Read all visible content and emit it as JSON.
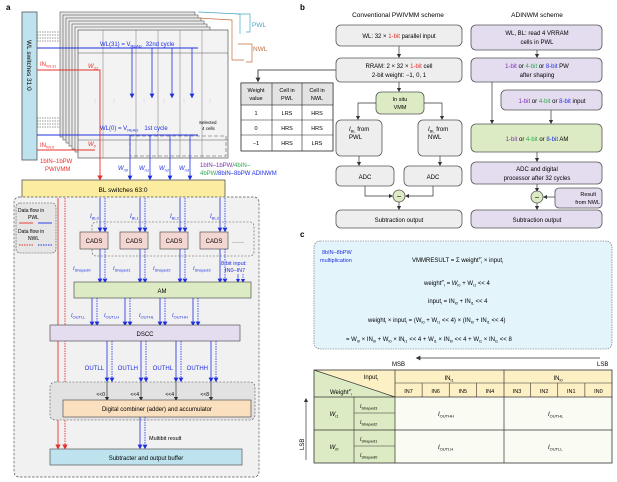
{
  "panels": {
    "a": "a",
    "b": "b",
    "c": "c"
  },
  "colors": {
    "pwl_line": "#e8302c",
    "nwl_line": "#1f2fe0",
    "green_text": "#2fa84f",
    "purple_text": "#7a2fb0",
    "box_gray": "#eeeeee",
    "box_purple": "#e4dcef",
    "box_green": "#dcebc3",
    "box_blue": "#bfe3ee",
    "box_yellow": "#fbeca0",
    "box_cads": "#f3d6d1",
    "box_orange": "#fbe0bf",
    "pwl_label": "#4aa6c8",
    "nwl_label": "#c0703c"
  },
  "panel_a": {
    "wl_switches": "WL switches 31:0",
    "pwl": "PWL",
    "nwl": "NWL",
    "wl31": "WL(31) = V",
    "wl31_sub": "READ",
    "cycle32": "32nd cycle",
    "wl0": "WL(0) = V",
    "wl0_sub": "READ",
    "cycle1": "1st cycle",
    "selected": "Selected",
    "selected2": "4 cells",
    "in_wl31": "IN",
    "in_wl31_sub": "WL31",
    "in_wl0": "IN",
    "in_wl0_sub": "WL0",
    "w31": "W",
    "w31_sub": "31",
    "w0": "W",
    "w0_sub": "0",
    "wn_labels": [
      "W",
      "W",
      "W",
      "W"
    ],
    "wn_subs": [
      "n0",
      "n1",
      "n2",
      "n3"
    ],
    "pwivmm_1": "1bIN–1bPW",
    "pwivmm_2": "PWIVMM",
    "adinwm_a": "1bIN–1bPW/",
    "adinwm_b": "4bIN–",
    "adinwm_c": "4bPW",
    "adinwm_d": "/8bIN–8bPW ADINWM",
    "bl_switches": "BL switches 63:0",
    "flow_pwl_1": "Data flow in",
    "flow_pwl_2": "PWL",
    "flow_nwl_1": "Data flow in",
    "flow_nwl_2": "NWL",
    "ibl": [
      "BL0",
      "BL1",
      "BL2",
      "BL3"
    ],
    "cads": [
      "CADS",
      "CADS",
      "CADS",
      "CADS"
    ],
    "cads_more": "······",
    "ishaped": [
      "Shaped0",
      "Shaped1",
      "Shaped2",
      "Shaped3"
    ],
    "input_8bit_1": "8-bit input:",
    "input_8bit_2": "IN0–IN7",
    "am": "AM",
    "iout": [
      "OUTLL",
      "OUTLH",
      "OUTHL",
      "OUTHH"
    ],
    "dscc": "DSCC",
    "out": [
      "OUTLL",
      "OUTLH",
      "OUTHL",
      "OUTHH"
    ],
    "shifts": [
      "<<0",
      "<<4",
      "<<4",
      "<<8"
    ],
    "combiner": "Digital combiner (adder) and accumulator",
    "multibit": "Multibit result",
    "subtracter": "Subtracter and output buffer"
  },
  "weight_table": {
    "headers": [
      "Weight value",
      "Cell in PWL",
      "Cell in NWL"
    ],
    "rows": [
      [
        "1",
        "LRS",
        "HRS"
      ],
      [
        "0",
        "HRS",
        "HRS"
      ],
      [
        "−1",
        "HRS",
        "LRS"
      ]
    ]
  },
  "panel_b": {
    "conv_title": "Conventional PWIVMM scheme",
    "adi_title": "ADINWM scheme",
    "conv_wl_a": "WL: 32 × ",
    "conv_wl_b": "1-bit",
    "conv_wl_c": " parallel input",
    "conv_rram_a": "RRAM: 2 × 32 × ",
    "conv_rram_b": "1-bit",
    "conv_rram_c": " cell",
    "conv_rram_2": "2-bit weight: −1, 0, 1",
    "insitu_1": "In situ",
    "insitu_2": "VMM",
    "ibl_pwl_1": "I",
    "ibl_pwl_sub": "BL",
    "ibl_pwl_2": " from",
    "ibl_pwl_3": "PWL",
    "ibl_nwl_3": "NWL",
    "adc": "ADC",
    "sub_out": "Subtraction output",
    "adi_read_1": "WL, BL: read 4 VRRAM",
    "adi_read_2": "cells in PWL",
    "b1": "1-bit",
    "or": " or ",
    "b4": "4-bit",
    "b8": "8-bit",
    "pw_tail": " PW",
    "after_shaping": "after shaping",
    "input_tail": " input",
    "am_tail": " AM",
    "adc_dig_1": "ADC and digital",
    "adc_dig_2": "processor after 32 cycles",
    "result_nwl_1": "Result",
    "result_nwl_2": "from NWL",
    "minus": "−"
  },
  "panel_c": {
    "mult_label_1": "8bIN–8bPW",
    "mult_label_2": "multiplication",
    "eq1": "VMMRESULT = Σ weight",
    "eq1_b": " × input",
    "eq2": "weight",
    "eq2_b": " = W",
    "eq2_c": " + W",
    "eq2_d": " << 4",
    "eq3": "input",
    "eq3_b": " = IN",
    "eq3_c": " + IN",
    "eq3_d": " << 4",
    "eq4": "weight",
    "eq4_b": " × input",
    "eq4_c": " = (W",
    "eq4_d": " + W",
    "eq4_e": " << 4) × (IN",
    "eq4_f": " + IN",
    "eq4_g": " << 4)",
    "eq5": "= W",
    "eq5_b": " × IN",
    "eq5_c": " + W",
    "eq5_d": " × IN",
    "eq5_e": " << 4 + W",
    "eq5_f": " × IN",
    "eq5_g": " << 4 + W",
    "eq5_h": " × IN",
    "eq5_i": " << 8",
    "msb": "MSB",
    "lsb": "LSB",
    "lsb_side": "LSB",
    "table": {
      "input_label": "Input",
      "weight_label": "Weight",
      "in_i1": "IN",
      "in_i1_sub": "i1",
      "in_i0": "IN",
      "in_i0_sub": "i0",
      "bits": [
        "IN7",
        "IN6",
        "IN5",
        "IN4",
        "IN3",
        "IN2",
        "IN1",
        "IN0"
      ],
      "w_i1": "W",
      "w_i1_sub": "i1",
      "w_i0": "W",
      "w_i0_sub": "i0",
      "shaped": [
        "Shaped3",
        "Shaped2",
        "Shaped1",
        "Shaped0"
      ],
      "cells": [
        [
          "OUTHH",
          "OUTHL"
        ],
        [
          "OUTLH",
          "OUTLL"
        ]
      ]
    }
  }
}
